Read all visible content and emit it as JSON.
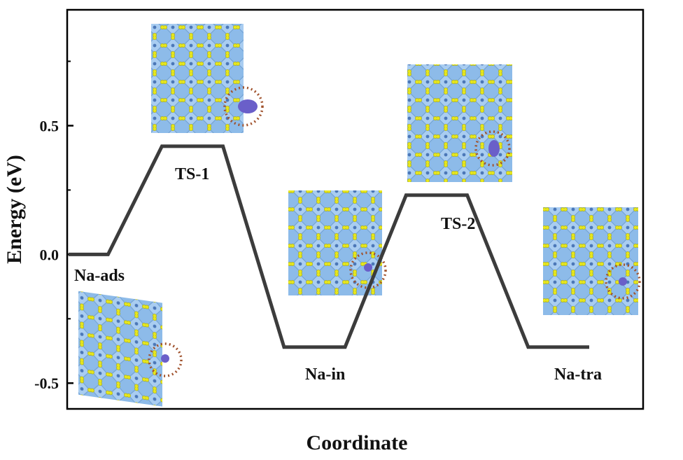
{
  "chart_data": {
    "type": "line",
    "title": "",
    "xlabel": "Coordinate",
    "ylabel": "Energy (eV)",
    "ylim": [
      -0.6,
      0.95
    ],
    "y_ticks": [
      {
        "value": 0.5,
        "label": "0.5"
      },
      {
        "value": 0.0,
        "label": "0.0"
      },
      {
        "value": -0.5,
        "label": "-0.5"
      }
    ],
    "grid": false,
    "legend": "none",
    "line_color": "#3c3c3c",
    "series": [
      {
        "x": [
          0,
          0.5,
          1.5,
          2.5,
          3.5,
          4.5,
          5.5,
          6.5,
          7.5,
          8.5,
          9.5,
          10.5
        ],
        "y": [
          0.0,
          0.0,
          0.42,
          0.42,
          -0.36,
          -0.36,
          0.23,
          0.23,
          -0.36,
          -0.36,
          null,
          null
        ],
        "points": [
          [
            0,
            0.0
          ],
          [
            0.55,
            0.0
          ],
          [
            1.3,
            0.42
          ],
          [
            2.15,
            0.42
          ],
          [
            3.0,
            -0.36
          ],
          [
            3.85,
            -0.36
          ],
          [
            4.7,
            0.23
          ],
          [
            5.55,
            0.23
          ],
          [
            6.4,
            -0.36
          ],
          [
            7.25,
            -0.36
          ]
        ]
      }
    ],
    "states": [
      {
        "label": "Na-ads",
        "energy": 0.0
      },
      {
        "label": "TS-1",
        "energy": 0.42
      },
      {
        "label": "Na-in",
        "energy": -0.36
      },
      {
        "label": "TS-2",
        "energy": 0.23
      },
      {
        "label": "Na-tra",
        "energy": -0.36
      }
    ],
    "structure_color": "#7fb1e3",
    "atom_color": "#e6e61e",
    "na_color": "#6a5fc9",
    "highlight_color": "#a0522d"
  }
}
